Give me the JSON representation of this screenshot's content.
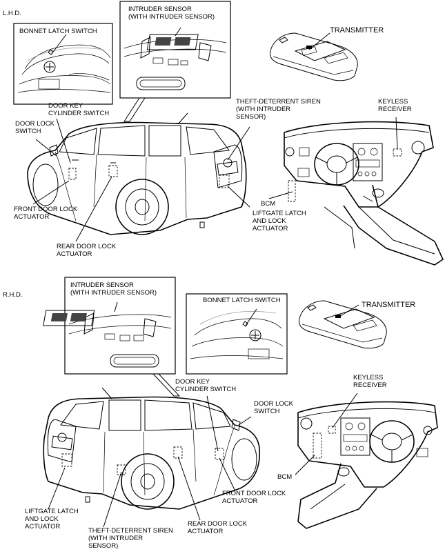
{
  "sections": {
    "lhd": "L.H.D.",
    "rhd": "R.H.D."
  },
  "labels": {
    "lhd_bonnet_latch_switch": "BONNET LATCH SWITCH",
    "lhd_intruder_sensor": "INTRUDER SENSOR\n(WITH INTRUDER SENSOR)",
    "lhd_transmitter": "TRANSMITTER",
    "lhd_door_key_cylinder_switch": "DOOR KEY\nCYLINDER SWITCH",
    "lhd_door_lock_switch": "DOOR LOCK\nSWITCH",
    "lhd_theft_deterrent_siren": "THEFT-DETERRENT SIREN\n(WITH INTRUDER\nSENSOR)",
    "lhd_keyless_receiver": "KEYLESS\nRECEIVER",
    "lhd_bcm": "BCM",
    "lhd_front_door_lock_actuator": "FRONT DOOR LOCK\nACTUATOR",
    "lhd_liftgate_latch": "LIFTGATE LATCH\nAND LOCK\nACTUATOR",
    "lhd_rear_door_lock_actuator": "REAR DOOR LOCK\nACTUATOR",
    "rhd_intruder_sensor": "INTRUDER SENSOR\n(WITH INTRUDER SENSOR)",
    "rhd_bonnet_latch_switch": "BONNET LATCH SWITCH",
    "rhd_transmitter": "TRANSMITTER",
    "rhd_keyless_receiver": "KEYLESS\nRECEIVER",
    "rhd_door_key_cylinder_switch": "DOOR KEY\nCYLINDER SWITCH",
    "rhd_door_lock_switch": "DOOR LOCK\nSWITCH",
    "rhd_bcm": "BCM",
    "rhd_front_door_lock_actuator": "FRONT DOOR LOCK\nACTUATOR",
    "rhd_liftgate_latch": "LIFTGATE LATCH\nAND LOCK\nACTUATOR",
    "rhd_theft_deterrent_siren": "THEFT-DETERRENT SIREN\n(WITH INTRUDER\nSENSOR)",
    "rhd_rear_door_lock_actuator": "REAR DOOR LOCK\nACTUATOR"
  }
}
